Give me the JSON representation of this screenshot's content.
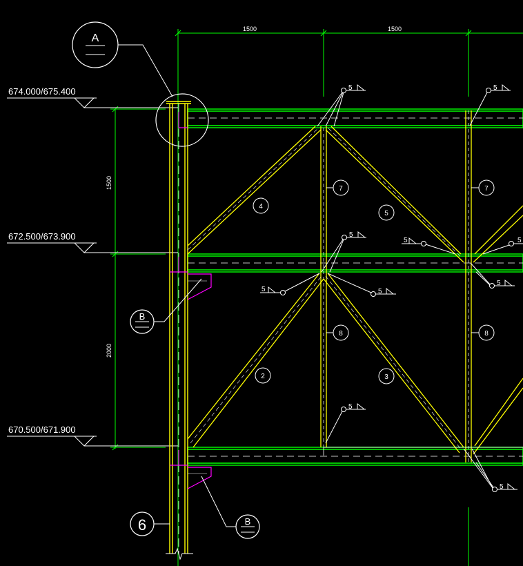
{
  "colors": {
    "background": "#000000",
    "member": "#ffff00",
    "beam": "#00ff00",
    "dimension": "#00ff00",
    "annotation": "#ffffff",
    "gusset": "#ff00ff"
  },
  "dimensions": {
    "top_spans": [
      "1500",
      "1500"
    ],
    "left_heights": [
      "1500",
      "2000"
    ]
  },
  "elevations": [
    "674.000/675.400",
    "672.500/673.900",
    "670.500/671.900"
  ],
  "callouts": {
    "detail_a": "A",
    "detail_b_upper": "B",
    "detail_b_lower": "B",
    "axis": "6"
  },
  "weld_size": "5",
  "member_tags": [
    "4",
    "5",
    "7",
    "7",
    "2",
    "3",
    "8",
    "8"
  ]
}
